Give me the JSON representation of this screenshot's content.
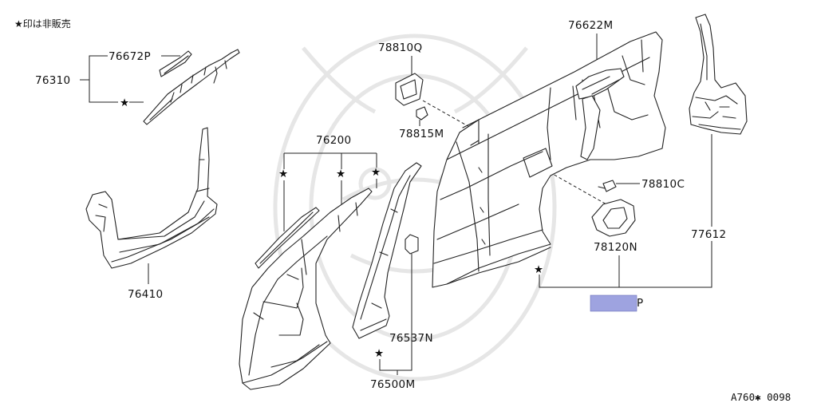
{
  "legend_note": "★印は非販売",
  "figure_code": "A760✱ 0098",
  "star_symbol": "★",
  "redacted_suffix": "P",
  "highlight_color": "#9ea3e0",
  "parts": [
    {
      "id": "76672P",
      "label": "76672P"
    },
    {
      "id": "76310",
      "label": "76310"
    },
    {
      "id": "76410",
      "label": "76410"
    },
    {
      "id": "76200",
      "label": "76200"
    },
    {
      "id": "78810Q",
      "label": "78810Q"
    },
    {
      "id": "78815M",
      "label": "78815M"
    },
    {
      "id": "76622M",
      "label": "76622M"
    },
    {
      "id": "78810C",
      "label": "78810C"
    },
    {
      "id": "78120N",
      "label": "78120N"
    },
    {
      "id": "77612",
      "label": "77612"
    },
    {
      "id": "76537N",
      "label": "76537N"
    },
    {
      "id": "76500M",
      "label": "76500M"
    }
  ]
}
